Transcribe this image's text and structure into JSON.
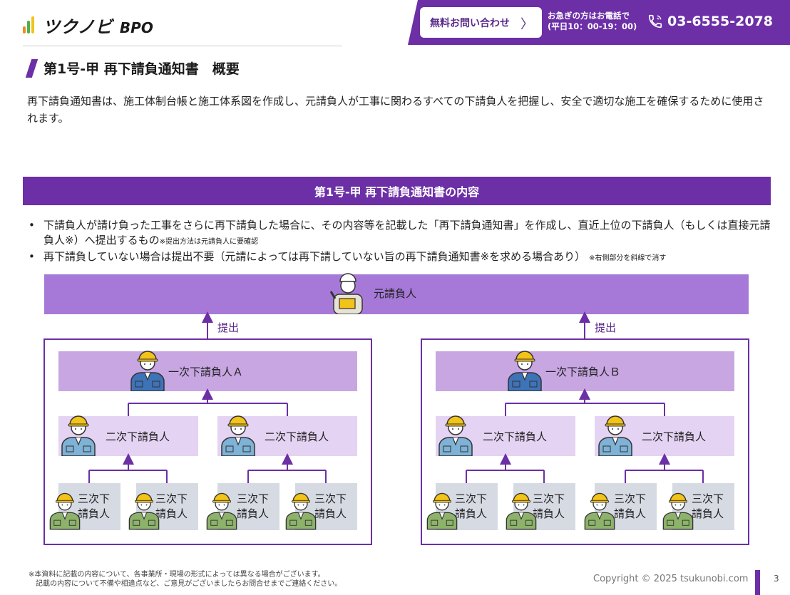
{
  "header": {
    "logo_text": "ツクノビ",
    "logo_suffix": "BPO",
    "cta_label": "無料お問い合わせ",
    "phone_note_line1": "お急ぎの方はお電話で",
    "phone_note_line2": "(平日10：00-19：00)",
    "phone_number": "03-6555-2078"
  },
  "page": {
    "title": "第1号-甲 再下請負通知書　概要",
    "intro": "再下請負通知書は、施工体制台帳と施工体系図を作成し、元請負人が工事に関わるすべての下請負人を把握し、安全で適切な施工を確保するために使用されます。"
  },
  "section": {
    "heading": "第1号-甲 再下請負通知書の内容",
    "bullet1_main": "下請負人が請け負った工事をさらに再下請負した場合に、その内容等を記載した「再下請負通知書」を作成し、直近上位の下請負人（もしくは直接元請負人※）へ提出するもの",
    "bullet1_note": "※提出方法は元請負人に要確認",
    "bullet2_main": "再下請負していない場合は提出不要（元請によっては再下請していない旨の再下請負通知書※を求める場合あり）",
    "bullet2_note": "※右側部分を斜線で消す",
    "bullet_mark": "•"
  },
  "diagram": {
    "prime": "元請負人",
    "submit": "提出",
    "first_a": "一次下請負人Ａ",
    "first_b": "一次下請負人Ｂ",
    "second": "二次下請負人",
    "third_line1": "三次下",
    "third_line2": "請負人"
  },
  "footer": {
    "note_line1": "※本資料に記載の内容について、各事業所・現場の形式によっては異なる場合がございます。",
    "note_line2": "記載の内容について不備や相違点など、ご意見がございましたらお問合せまでご連絡ください。",
    "copyright": "Copyright © 2025 tsukunobi.com",
    "page_number": "3"
  },
  "colors": {
    "brand_purple": "#6c2fa6",
    "prime_band": "#a679d8",
    "first_box": "#c7a6e2",
    "second_box": "#e4d3f3",
    "third_box": "#d6dae3",
    "helmet": "#f2c318"
  },
  "icons": {
    "phone": "phone-icon",
    "chevron": "chevron-right-icon",
    "worker": "construction-worker-icon"
  }
}
